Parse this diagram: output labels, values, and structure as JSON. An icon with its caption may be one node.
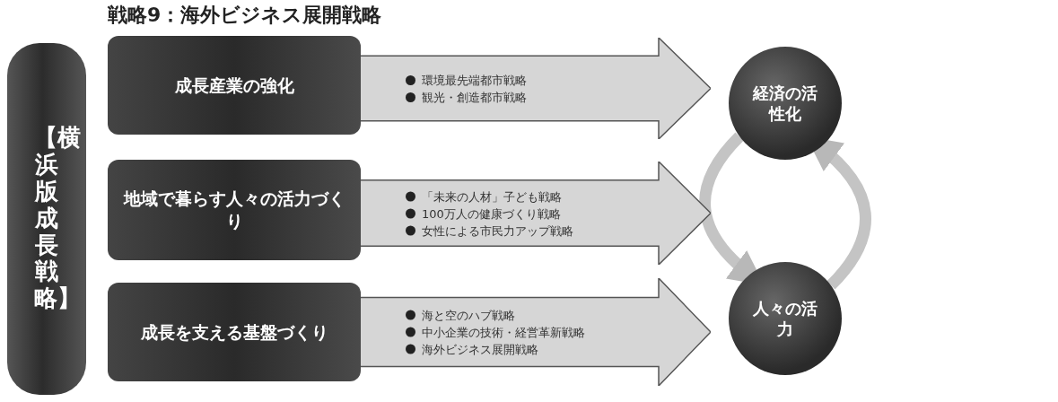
{
  "diagram": {
    "title": "戦略9：海外ビジネス展開戦略",
    "nodes": [
      {
        "text": [
          "【横浜版成長戦略】"
        ]
      },
      {
        "text": [
          "成長産業の強化"
        ]
      },
      {
        "text": [
          "環境最先端都市戦略",
          "観光・創造都市戦略"
        ]
      },
      {
        "text": [
          "地域で暮らす人々の活力づくり"
        ]
      },
      {
        "text": [
          "「未来の人材」子ども戦略",
          "100万人の健康づくり戦略",
          "女性による市民力アップ戦略"
        ]
      },
      {
        "text": [
          "成長を支える基盤づくり"
        ]
      },
      {
        "text": [
          "海と空のハブ戦略",
          "中小企業の技術・経営革新戦略",
          "海外ビジネス展開戦略"
        ]
      },
      {
        "text": [
          "経済の活性化"
        ]
      },
      {
        "text": [
          "人々の活力"
        ]
      }
    ],
    "edges": [
      {
        "from": 7,
        "to": 8,
        "arrow": "to"
      },
      {
        "from": 8,
        "to": 7,
        "arrow": "to"
      }
    ]
  }
}
